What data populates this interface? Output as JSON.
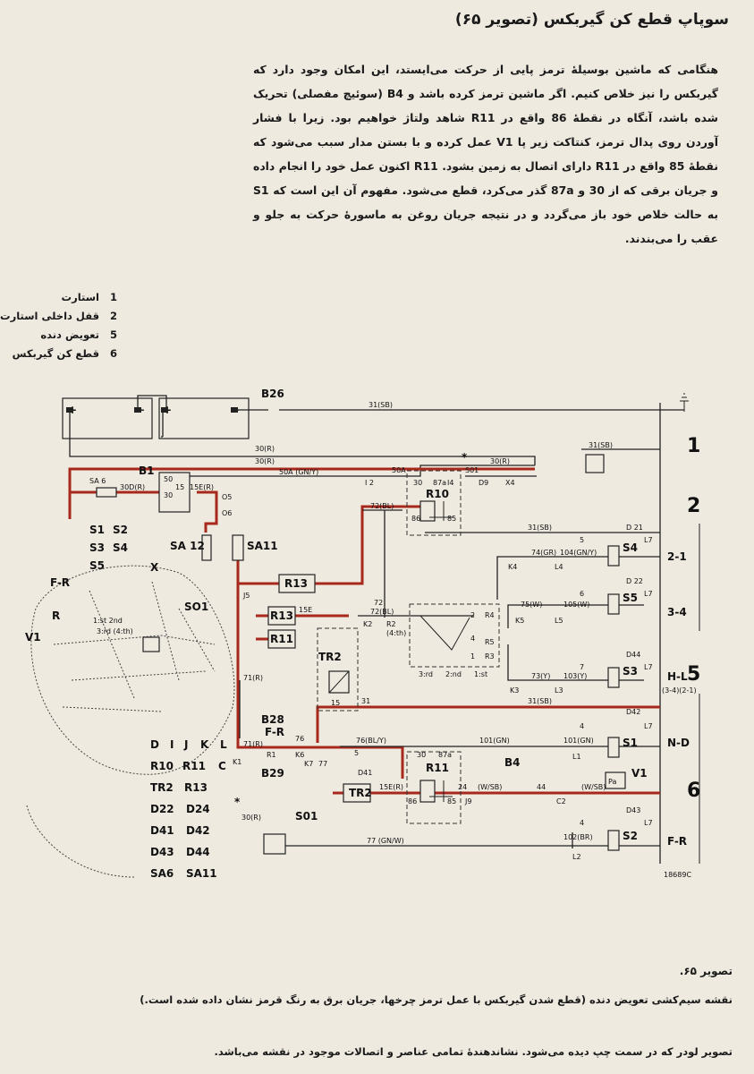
{
  "title": "سوپاپ قطع کن گیربکس (تصویر ۶۵)",
  "intro": "هنگامی که ماشین بوسیلهٔ ترمز پایی از حرکت می‌ایستد، این امکان وجود دارد که گیربکس را نیز خلاص کنیم. اگر ماشین ترمز کرده باشد و B4 (سوئیچ مفصلی) تحریک شده باشد، آنگاه در نقطهٔ 86 واقع در R11 شاهد ولتاژ خواهیم بود. زیرا با فشار آوردن روی پدال ترمز، کنتاکت زیر پا V1 عمل کرده و با بستن مدار سبب می‌شود که نقطهٔ 85 واقع در R11 دارای اتصال به زمین بشود. R11 اکنون عمل خود را انجام داده و جریان برقی که از 30 و 87a گذر می‌کرد، قطع می‌شود. مفهوم آن این است که S1 به حالت خلاص خود باز می‌گردد و در نتیجه جریان روغن به ماسورهٔ حرکت به جلو و عقب را می‌بندند.",
  "legend": [
    {
      "num": "1",
      "text": "استارت"
    },
    {
      "num": "2",
      "text": "قفل داخلی استارت"
    },
    {
      "num": "5",
      "text": "تعویض دنده"
    },
    {
      "num": "6",
      "text": "قطع کن گیربکس"
    }
  ],
  "diagram": {
    "section_numbers": [
      "1",
      "2",
      "5",
      "6"
    ],
    "ref_code": "18689C",
    "side_labels": [
      "2-1",
      "3-4",
      "H-L",
      "(3-4)(2-1)",
      "N-D",
      "F-R"
    ],
    "component_list": [
      [
        "S1",
        "S2"
      ],
      [
        "S3",
        "S4"
      ],
      [
        "S5"
      ],
      [
        "D",
        "I",
        "J",
        "K",
        "L"
      ],
      [
        "R10",
        "R11",
        "C"
      ],
      [
        "TR2",
        "R13"
      ],
      [
        "D22",
        "D24"
      ],
      [
        "D41",
        "D42"
      ],
      [
        "D43",
        "D44"
      ],
      [
        "SA6",
        "SA11"
      ]
    ],
    "sketch_labels": {
      "fr": "F-R",
      "r": "R",
      "v1": "V1",
      "x": "X",
      "so1": "SO1",
      "gears": [
        "1:st 2nd",
        "3:rd (4:th)"
      ]
    },
    "labels": {
      "b26": "B26",
      "b1": "B1",
      "b28": "B28",
      "b29": "B29",
      "b4": "B4",
      "sa6": "SA 6",
      "sa12": "SA 12",
      "sa11": "SA11",
      "r10": "R10",
      "r11": "R11",
      "r13": "R13",
      "tr2": "TR2",
      "s1": "S1",
      "s2": "S2",
      "s3": "S3",
      "s4": "S4",
      "s5": "S5",
      "so1": "S01",
      "v1": "V1",
      "pa": "Pa",
      "fr": "F-R",
      "star": "*",
      "gear_3rd": "3:rd",
      "gear_2nd": "2:nd",
      "gear_1st": "1:st",
      "gear_4th": "(4:th)"
    },
    "wires": {
      "w31sb": "31(SB)",
      "w30r": "30(R)",
      "w50a": "50A (GN/Y)",
      "w30d": "30D(R)",
      "w15e": "15E(R)",
      "w72bl": "72(BL)",
      "w74gr": "74(GR)",
      "w104": "104(GN/Y)",
      "w75w": "75(W)",
      "w105w": "105(W)",
      "w73y": "73(Y)",
      "w103y": "103(Y)",
      "w71r": "71(R)",
      "w76": "76(BL/Y)",
      "w101": "101(GN)",
      "w101b": "101(GN)",
      "wwsb": "(W/SB)",
      "wwsb2": "(W/SB)",
      "w77": "77 (GN/W)",
      "w102": "102(BR)"
    },
    "pins": {
      "p50": "50",
      "p30": "30",
      "p15": "15",
      "p50a": "50A",
      "p87a": "87a",
      "p86": "86",
      "p85": "85",
      "p72": "72",
      "p2": "2",
      "p4": "4",
      "p1": "1",
      "p5": "5",
      "p6": "6",
      "p7": "7",
      "p44": "44",
      "p24": "24",
      "p76": "76",
      "p77": "77",
      "p31": "31",
      "p15e": "15E",
      "d21": "D 21",
      "d22": "D 22",
      "d44": "D44",
      "d42": "D42",
      "d43": "D43",
      "d41": "D41",
      "l7": "L7",
      "l4": "L4",
      "l5": "L5",
      "l3": "L3",
      "l1": "L1",
      "l2": "L2",
      "k4": "K4",
      "k5": "K5",
      "k3": "K3",
      "k2": "K2",
      "k1": "K1",
      "k6": "K6",
      "k7": "K7",
      "r1": "R1",
      "r2": "R2",
      "r3": "R3",
      "r4": "R4",
      "r5": "R5",
      "o5": "O5",
      "o6": "O6",
      "i2": "I 2",
      "i4": "I4",
      "d9": "D9",
      "x4": "X4",
      "c2": "C2",
      "j5": "J5",
      "j9": "J9"
    }
  },
  "figure_number": "تصویر ۶۵.",
  "caption": "نقشه سیم‌کشی تعویض دنده (قطع شدن گیربکس با عمل ترمز چرخها، جریان برق به رنگ قرمز نشان داده شده است.)",
  "footnote": "تصویر لودر که در سمت چپ دیده می‌شود. نشاندهندهٔ تمامی عناصر و اتصالات موجود در نقشه می‌باشد."
}
